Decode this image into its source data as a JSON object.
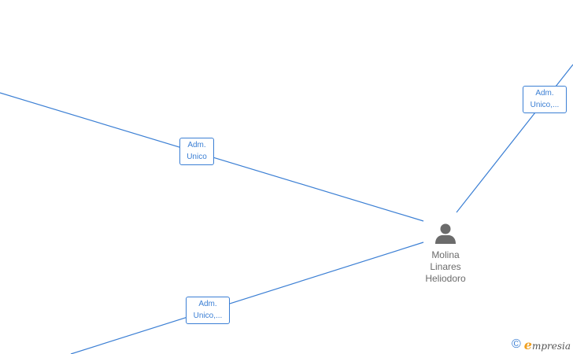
{
  "edges": [
    {
      "role_line1": "Adm.",
      "role_line2": "Unico"
    },
    {
      "role_line1": "Adm.",
      "role_line2": "Unico,..."
    },
    {
      "role_line1": "Adm.",
      "role_line2": "Unico,..."
    }
  ],
  "person": {
    "name_line1": "Molina",
    "name_line2": "Linares",
    "name_line3": "Heliodoro"
  },
  "watermark": {
    "symbol": "©",
    "brand_initial": "e",
    "brand_rest": "mpresia"
  },
  "colors": {
    "edge": "#3b7fd4",
    "person_icon": "#6b6b6b",
    "brand_accent": "#f0a020"
  }
}
